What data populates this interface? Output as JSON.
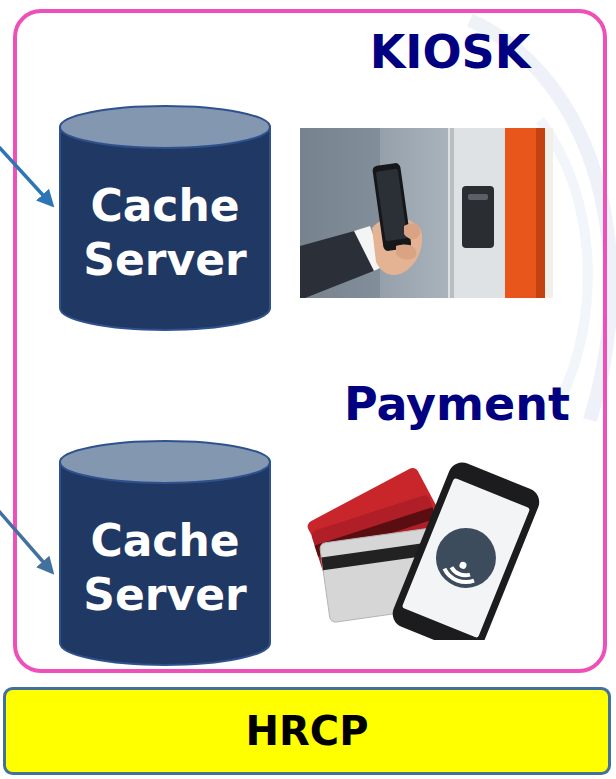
{
  "diagram": {
    "nodes": [
      {
        "text": [
          "Cache Server"
        ]
      },
      {
        "text": [
          "Cache Server"
        ]
      },
      {
        "text": [
          "HRCP"
        ]
      }
    ],
    "labels": [
      "KIOSK",
      "Payment"
    ]
  }
}
